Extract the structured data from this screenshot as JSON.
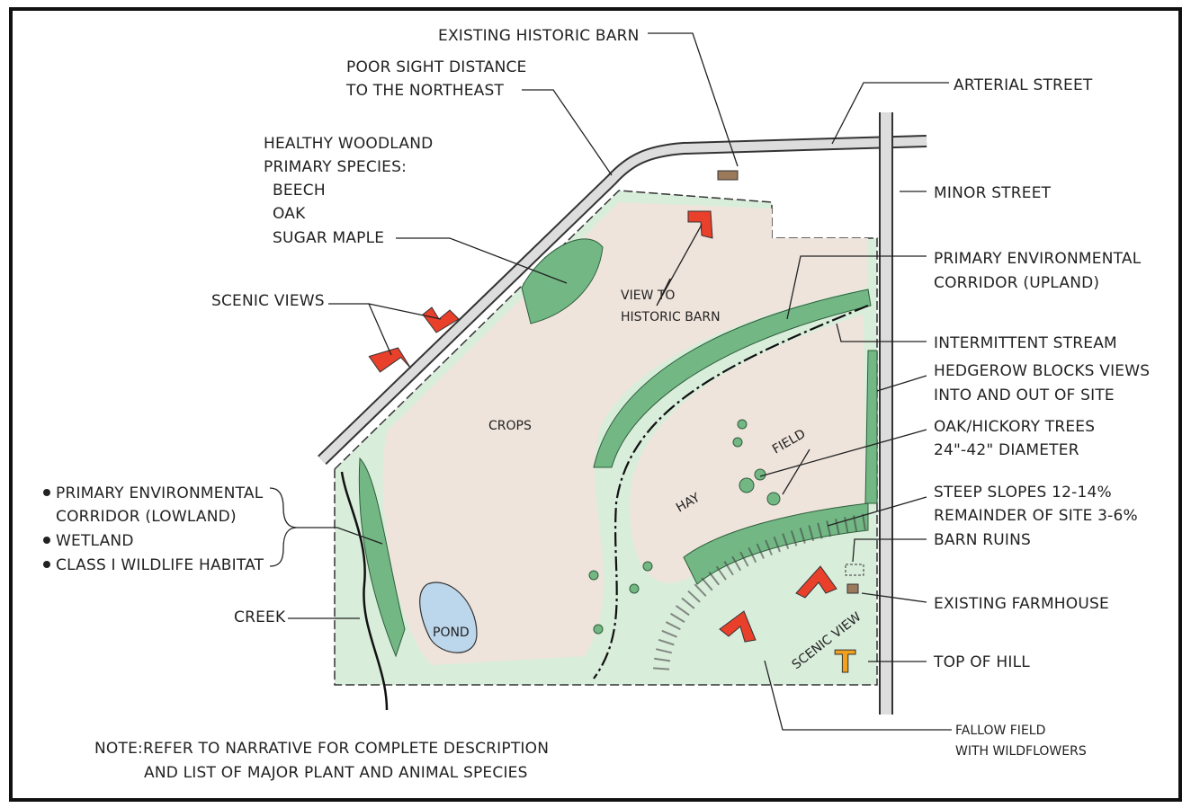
{
  "labels": {
    "existing_historic_barn": "EXISTING HISTORIC BARN",
    "poor_sight_1": "POOR SIGHT DISTANCE",
    "poor_sight_2": "TO THE NORTHEAST",
    "woodland_1": "HEALTHY WOODLAND",
    "woodland_2": "PRIMARY SPECIES:",
    "woodland_3": "BEECH",
    "woodland_4": "OAK",
    "woodland_5": "SUGAR MAPLE",
    "scenic_views": "SCENIC VIEWS",
    "arterial_street": "ARTERIAL STREET",
    "minor_street": "MINOR STREET",
    "pec_upland_1": "PRIMARY ENVIRONMENTAL",
    "pec_upland_2": "CORRIDOR (UPLAND)",
    "intermittent_stream": "INTERMITTENT STREAM",
    "hedgerow_1": "HEDGEROW BLOCKS VIEWS",
    "hedgerow_2": "INTO AND OUT OF SITE",
    "oak_hickory_1": "OAK/HICKORY TREES",
    "oak_hickory_2": "24\"-42\" DIAMETER",
    "steep_1": "STEEP SLOPES 12-14%",
    "steep_2": "REMAINDER OF SITE 3-6%",
    "barn_ruins": "BARN RUINS",
    "existing_farmhouse": "EXISTING FARMHOUSE",
    "top_of_hill": "TOP OF HILL",
    "fallow_1": "FALLOW FIELD",
    "fallow_2": "WITH WILDFLOWERS",
    "view_barn_1": "VIEW TO",
    "view_barn_2": "HISTORIC BARN",
    "crops": "CROPS",
    "hay": "HAY",
    "field": "FIELD",
    "pond": "POND",
    "scenic_view": "SCENIC VIEW",
    "top_marker": "T",
    "lowland_1": "PRIMARY ENVIRONMENTAL",
    "lowland_2": "CORRIDOR (LOWLAND)",
    "wetland": "WETLAND",
    "habitat": "CLASS I WILDLIFE HABITAT",
    "creek": "CREEK",
    "note_1": "NOTE:REFER TO NARRATIVE FOR COMPLETE DESCRIPTION",
    "note_2": "AND LIST OF MAJOR PLANT AND ANIMAL SPECIES"
  },
  "colors": {
    "site": "#efe4dc",
    "corridor_light": "#d9eddb",
    "tree_dark": "#72b784",
    "pond": "#bcd6ec",
    "view_arrow": "#e8402a",
    "top_of_hill": "#f2a11f"
  }
}
